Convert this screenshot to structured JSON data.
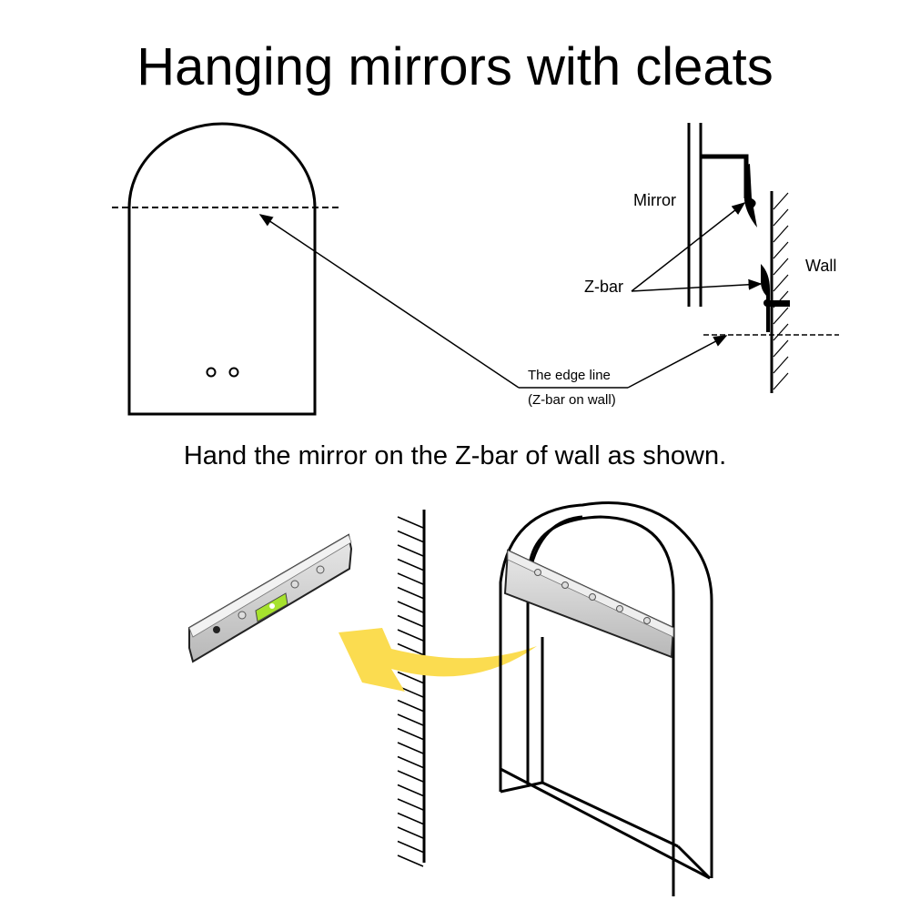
{
  "title": "Hanging mirrors with cleats",
  "subtitle": "Hand the mirror on the Z-bar of wall as shown.",
  "top_diagram": {
    "labels": {
      "mirror": "Mirror",
      "wall": "Wall",
      "zbar": "Z-bar",
      "edge_line": "The edge line",
      "edge_line_note": "(Z-bar on wall)"
    }
  },
  "colors": {
    "arrow": "#fbdc50",
    "cleat": "#cfcfcf",
    "level": "#a6e22e"
  }
}
